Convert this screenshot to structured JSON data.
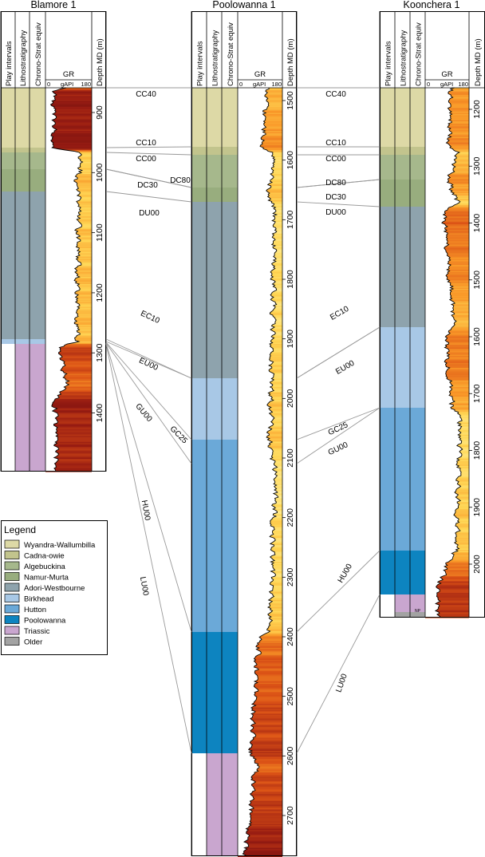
{
  "colors": {
    "wyandra": "#ddd9a6",
    "cadna": "#c2c48d",
    "algebuckina": "#a6b88c",
    "namur": "#98ad7e",
    "adori": "#8ea3ad",
    "birkhead": "#a8c8e6",
    "hutton": "#6ba9d8",
    "poolowanna": "#0d84c0",
    "triassic": "#c9a6cf",
    "older": "#a3a3a3",
    "gr_low": "#fff3a6",
    "gr_high": "#6e0e0e"
  },
  "column_headers": {
    "play": "Play intervals",
    "litho": "Lithostratigraphy",
    "chrono": "Chrono-Strat equiv",
    "gr": "GR",
    "gr_min": "0",
    "gr_unit": "gAPI",
    "gr_max": "180",
    "depth": "Depth MD (m)"
  },
  "wells": [
    {
      "name": "Blamore 1",
      "depth_ticks": [
        "900",
        "1000",
        "1100",
        "1200",
        "1300",
        "1400"
      ],
      "units": [
        {
          "label": "Wyandra-Wallumbilla",
          "color": "wyandra",
          "top": "CC40",
          "base": "CC10"
        },
        {
          "label": "Cadna-owie",
          "color": "cadna",
          "top": "CC10",
          "base": "CC00"
        },
        {
          "label": "Algebuckina",
          "color": "algebuckina",
          "top": "CC00",
          "base": "DC80"
        },
        {
          "label": "Namur-Murta",
          "color": "namur",
          "top": "DC80",
          "base": "DU00"
        },
        {
          "label": "Adori-Westbourne",
          "color": "adori",
          "top": "DU00",
          "base": "EC10"
        },
        {
          "label": "Birkhead",
          "color": "birkhead",
          "top": "EC10",
          "base": "LU00"
        },
        {
          "label": "Triassic",
          "color": "triassic",
          "top": "LU00",
          "base": "TD"
        }
      ]
    },
    {
      "name": "Poolowanna 1",
      "depth_ticks": [
        "1500",
        "1600",
        "1700",
        "1800",
        "1900",
        "2000",
        "2100",
        "2200",
        "2300",
        "2400",
        "2500",
        "2600",
        "2700"
      ],
      "units": [
        {
          "label": "Wyandra-Wallumbilla",
          "color": "wyandra",
          "top": "CC40",
          "base": "CC10"
        },
        {
          "label": "Cadna-owie",
          "color": "cadna",
          "top": "CC10",
          "base": "CC00"
        },
        {
          "label": "Algebuckina",
          "color": "algebuckina",
          "top": "CC00",
          "base": "DC30"
        },
        {
          "label": "Namur-Murta",
          "color": "namur",
          "top": "DC30",
          "base": "DU00"
        },
        {
          "label": "Adori-Westbourne",
          "color": "adori",
          "top": "DU00",
          "base": "EU00"
        },
        {
          "label": "Birkhead",
          "color": "birkhead",
          "top": "EU00",
          "base": "GC25"
        },
        {
          "label": "Hutton",
          "color": "hutton",
          "top": "GC25",
          "base": "HU00"
        },
        {
          "label": "Poolowanna",
          "color": "poolowanna",
          "top": "HU00",
          "base": "LU00"
        },
        {
          "label": "Triassic",
          "color": "triassic",
          "top": "LU00",
          "base": "TD"
        }
      ]
    },
    {
      "name": "Koonchera 1",
      "depth_ticks": [
        "1200",
        "1300",
        "1400",
        "1500",
        "1600",
        "1700",
        "1800",
        "1900",
        "2000"
      ],
      "units": [
        {
          "label": "Wyandra-Wallumbilla",
          "color": "wyandra",
          "top": "CC40",
          "base": "CC10"
        },
        {
          "label": "Cadna-owie",
          "color": "cadna",
          "top": "CC10",
          "base": "CC00"
        },
        {
          "label": "Algebuckina",
          "color": "algebuckina",
          "top": "CC00",
          "base": "DC80"
        },
        {
          "label": "Namur-Murta",
          "color": "namur",
          "top": "DC80",
          "base": "DU00"
        },
        {
          "label": "Adori-Westbourne",
          "color": "adori",
          "top": "DU00",
          "base": "EC10"
        },
        {
          "label": "Birkhead",
          "color": "birkhead",
          "top": "EC10",
          "base": "GC25"
        },
        {
          "label": "Hutton",
          "color": "hutton",
          "top": "GC25",
          "base": "HU00"
        },
        {
          "label": "Poolowanna",
          "color": "poolowanna",
          "top": "HU00",
          "base": "LU00"
        },
        {
          "label": "Triassic",
          "color": "triassic",
          "top": "LU00",
          "base": "Older"
        },
        {
          "label": "Older",
          "color": "older",
          "top": "Older",
          "base": "TD"
        }
      ],
      "np_label": "NP"
    }
  ],
  "surfaces": [
    "CC40",
    "CC10",
    "CC00",
    "DC80",
    "DC30",
    "DU00",
    "EC10",
    "EU00",
    "GU00",
    "GC25",
    "HU00",
    "LU00"
  ],
  "legend": {
    "title": "Legend",
    "items": [
      {
        "label": "Wyandra-Wallumbilla",
        "color": "wyandra"
      },
      {
        "label": "Cadna-owie",
        "color": "cadna"
      },
      {
        "label": "Algebuckina",
        "color": "algebuckina"
      },
      {
        "label": "Namur-Murta",
        "color": "namur"
      },
      {
        "label": "Adori-Westbourne",
        "color": "adori"
      },
      {
        "label": "Birkhead",
        "color": "birkhead"
      },
      {
        "label": "Hutton",
        "color": "hutton"
      },
      {
        "label": "Poolowanna",
        "color": "poolowanna"
      },
      {
        "label": "Triassic",
        "color": "triassic"
      },
      {
        "label": "Older",
        "color": "older"
      }
    ]
  }
}
